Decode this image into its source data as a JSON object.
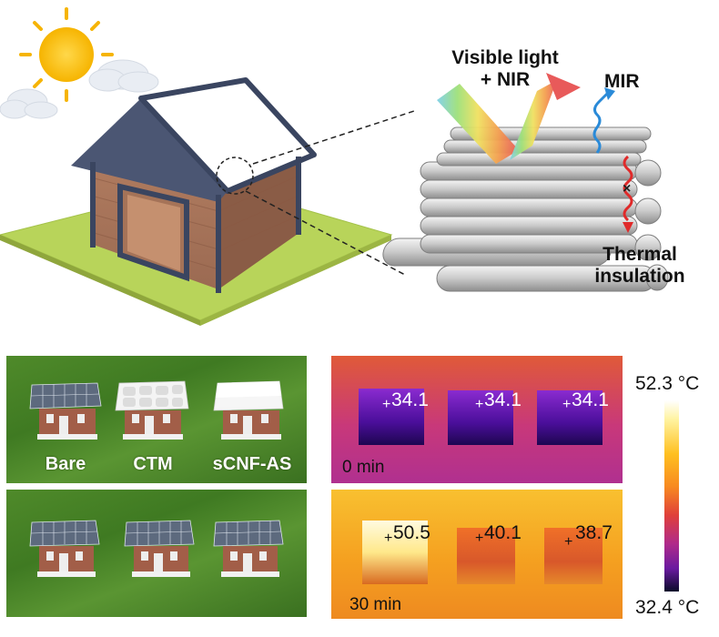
{
  "top_diagram": {
    "label_visible_light_line1": "Visible light",
    "label_visible_light_line2": "+ NIR",
    "label_mir": "MIR",
    "label_thermal_line1": "Thermal",
    "label_thermal_line2": "insulation"
  },
  "photos": {
    "top_labels": [
      "Bare",
      "CTM",
      "sCNF-AS"
    ]
  },
  "thermal": {
    "panel_0": {
      "time": "0 min",
      "readings": [
        "34.1",
        "34.1",
        "34.1"
      ]
    },
    "panel_30": {
      "time": "30 min",
      "readings": [
        "50.5",
        "40.1",
        "38.7"
      ]
    }
  },
  "colorbar": {
    "max_label": "52.3 °C",
    "min_label": "32.4 °C",
    "max_value": 52.3,
    "min_value": 32.4
  },
  "colors": {
    "grass": "#b8d45a",
    "wood": "#a8745a",
    "roof_edge": "#3a4560",
    "thermal_cold": "#2a0a5e",
    "thermal_hot": "#fff6b0"
  }
}
